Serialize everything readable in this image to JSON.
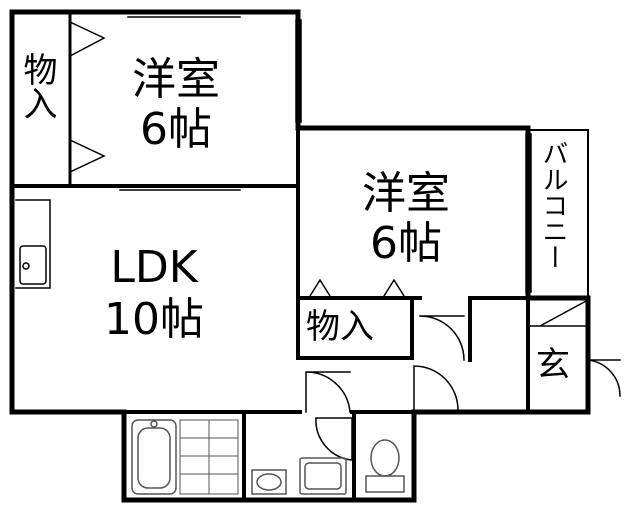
{
  "rooms": {
    "western_room_top": {
      "name": "洋室",
      "size": "6帖"
    },
    "western_room_right": {
      "name": "洋室",
      "size": "6帖"
    },
    "ldk": {
      "name": "LDK",
      "size": "10帖"
    },
    "closet_top": {
      "label": "物入"
    },
    "closet_middle": {
      "label": "物入"
    },
    "entrance": {
      "label": "玄"
    },
    "balcony": {
      "label": "バルコニー"
    }
  },
  "colors": {
    "wall": "#000000",
    "fixture": "#555555",
    "background": "#ffffff"
  }
}
